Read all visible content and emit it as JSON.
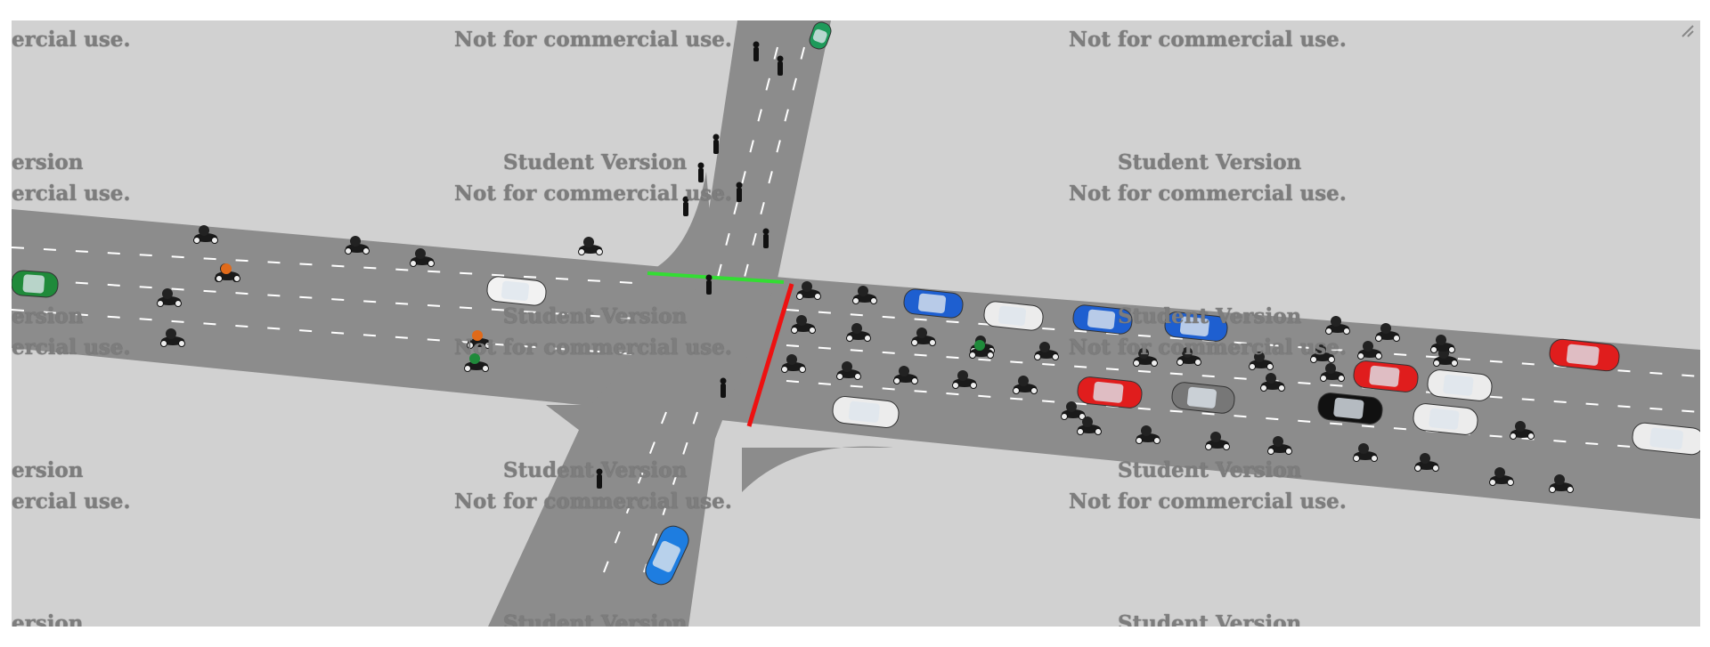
{
  "watermark": {
    "line_student": "Student Version",
    "line_notcommercial": "Not for commercial use.",
    "left_student_clip": "ersion",
    "left_notcommercial_clip": "ercial use."
  },
  "signals": {
    "north_approach": "green",
    "east_approach": "red"
  },
  "colors": {
    "background": "#d1d1d1",
    "road": "#8c8c8c",
    "lane_marking": "#ffffff",
    "signal_green": "#33dd33",
    "signal_red": "#ee1111"
  },
  "icons": {
    "car": "car-icon",
    "motorcycle": "motorcycle-icon",
    "pedestrian": "pedestrian-icon",
    "resize_grip": "resize-grip-icon"
  }
}
